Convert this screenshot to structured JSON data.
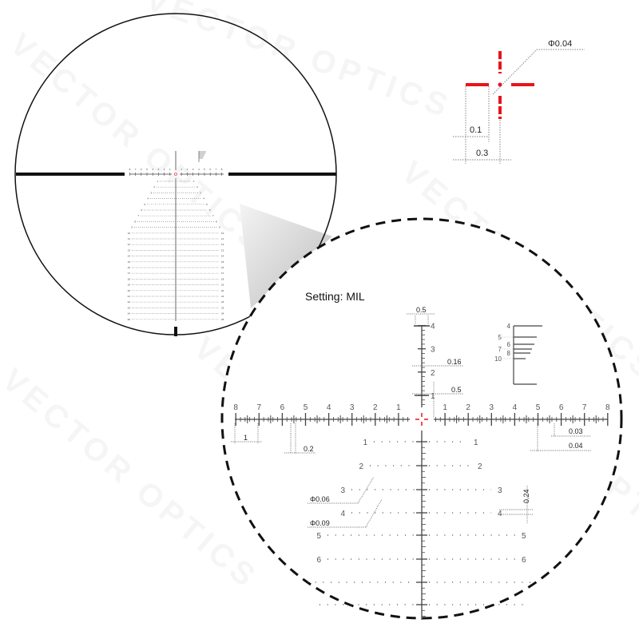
{
  "watermark": "VECTOR OPTICS",
  "setting_label": "Setting: MIL",
  "colors": {
    "reticle": "#333333",
    "center": "#e8141b",
    "dashed_circle": "#111111"
  },
  "horizontal_scale_labels": [
    "1",
    "2",
    "3",
    "4",
    "5",
    "6",
    "7",
    "8"
  ],
  "vertical_upper_labels": [
    "1",
    "2",
    "3",
    "4"
  ],
  "holdover_rows": [
    {
      "label": "1"
    },
    {
      "label": "2"
    },
    {
      "label": "3"
    },
    {
      "label": "4"
    },
    {
      "label": "5"
    },
    {
      "label": "6"
    },
    {
      "label": ""
    },
    {
      "label": ""
    }
  ],
  "ranging_ladder_labels": [
    "4",
    "5",
    "6",
    "7",
    "8",
    "10"
  ],
  "dimensions": {
    "top_width": "0.5",
    "post_thickness": "0.16",
    "post_gap": "0.5",
    "mil_spacing": "1",
    "half_tick": "0.2",
    "line_width_thin": "0.03",
    "line_width": "0.04",
    "dot_small": "Φ0.06",
    "dot_large": "Φ0.09",
    "row_spacing": "0.24",
    "center_dot": "Φ0.04",
    "center_gap": "0.1",
    "center_bar": "0.3"
  }
}
